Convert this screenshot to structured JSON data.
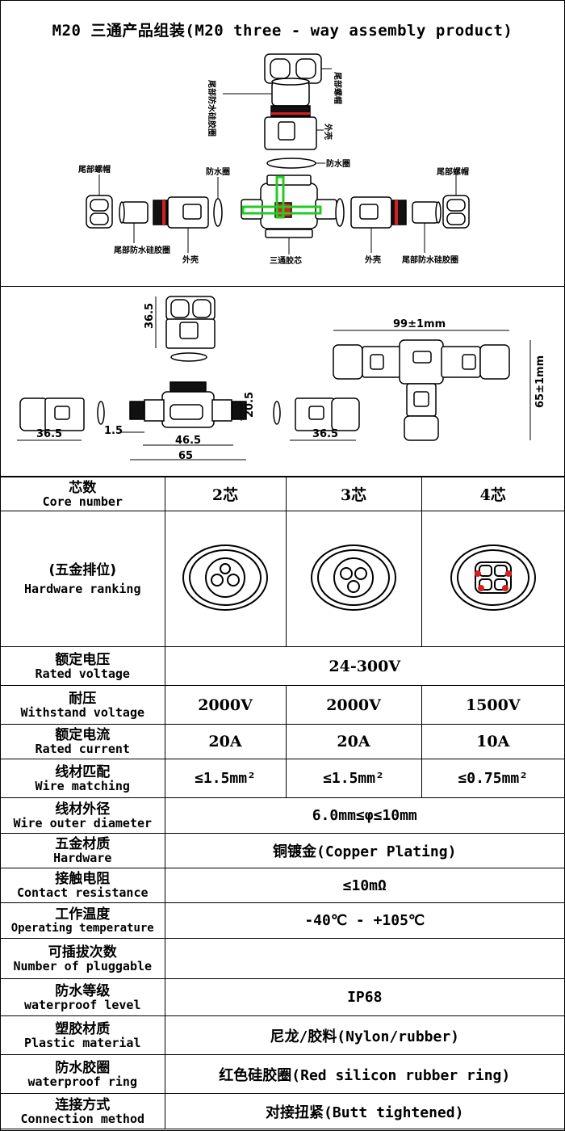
{
  "title": "M20 三通产品组装(M20 three - way assembly product)",
  "assembly_labels": {
    "tail_nut_top": "尾部螺帽",
    "tail_seal_top": "尾部防水硅胶圈",
    "shell_top": "外壳",
    "waterproof_ring_left": "防水圈",
    "waterproof_ring_top": "防水圈",
    "tail_nut_left": "尾部螺帽",
    "tail_nut_right": "尾部螺帽",
    "tail_seal_left": "尾部防水硅胶圈",
    "shell_left": "外壳",
    "core": "三通胶芯",
    "shell_right": "外壳",
    "tail_seal_right": "尾部防水硅胶圈"
  },
  "dimensions": {
    "d_36_5_vertical": "36.5",
    "d_99": "99±1mm",
    "d_65_vertical": "65±1mm",
    "d_36_5_left": "36.5",
    "d_1_5": "1.5",
    "d_46_5": "46.5",
    "d_65": "65",
    "d_20_5": "20.5",
    "d_36_5_right": "36.5"
  },
  "table": {
    "core_number": {
      "zh": "芯数",
      "en": "Core number",
      "v2": "2芯",
      "v3": "3芯",
      "v4": "4芯"
    },
    "hardware_ranking": {
      "zh": "(五金排位)",
      "en": "Hardware ranking"
    },
    "rated_voltage": {
      "zh": "额定电压",
      "en": "Rated voltage",
      "value": "24-300V"
    },
    "withstand_voltage": {
      "zh": "耐压",
      "en": "Withstand voltage",
      "v2": "2000V",
      "v3": "2000V",
      "v4": "1500V"
    },
    "rated_current": {
      "zh": "额定电流",
      "en": "Rated current",
      "v2": "20A",
      "v3": "20A",
      "v4": "10A"
    },
    "wire_matching": {
      "zh": "线材匹配",
      "en": "Wire matching",
      "v2": "≤1.5mm²",
      "v3": "≤1.5mm²",
      "v4": "≤0.75mm²"
    },
    "wire_outer_diameter": {
      "zh": "线材外径",
      "en": "Wire outer diameter",
      "value": "6.0mm≤φ≤10mm"
    },
    "hardware": {
      "zh": "五金材质",
      "en": "Hardware",
      "value": "铜镀金(Copper Plating)"
    },
    "contact_resistance": {
      "zh": "接触电阻",
      "en": "Contact resistance",
      "value": "≤10mΩ"
    },
    "operating_temperature": {
      "zh": "工作温度",
      "en": "Operating temperature",
      "value": "-40℃ - +105℃"
    },
    "pluggable": {
      "zh": "可插拔次数",
      "en": "Number of pluggable",
      "value": ""
    },
    "waterproof_level": {
      "zh": "防水等级",
      "en": "waterproof level",
      "value": "IP68"
    },
    "plastic_material": {
      "zh": "塑胶材质",
      "en": "Plastic material",
      "value": "尼龙/胶料(Nylon/rubber)"
    },
    "waterproof_ring": {
      "zh": "防水胶圈",
      "en": "waterproof ring",
      "value": "红色硅胶圈(Red silicon rubber ring)"
    },
    "connection_method": {
      "zh": "连接方式",
      "en": "Connection method",
      "value": "对接扭紧(Butt tightened)"
    }
  },
  "colors": {
    "red_ring": "#d62020",
    "green_pin": "#22cc22",
    "line": "#000000"
  }
}
